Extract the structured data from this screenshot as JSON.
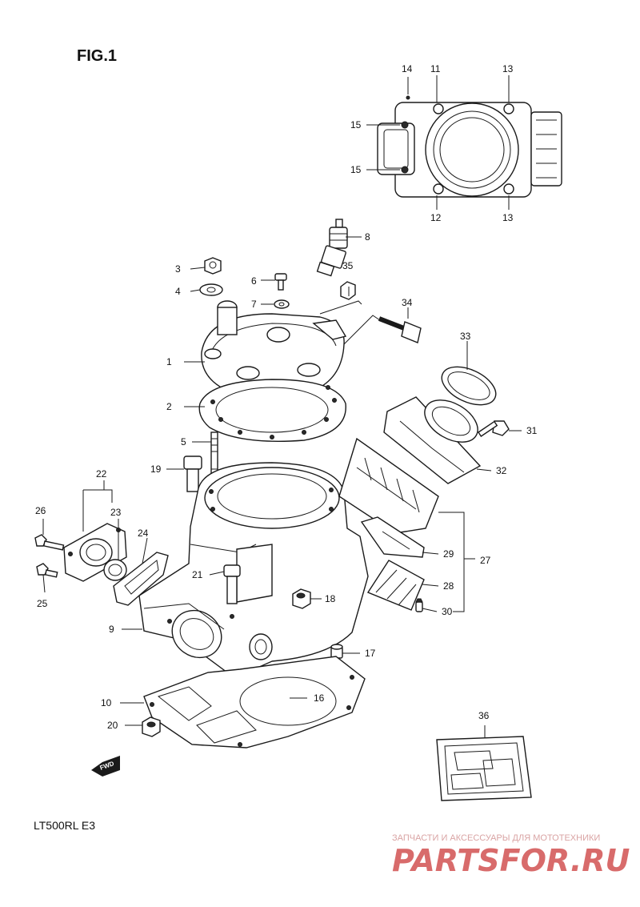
{
  "figure": {
    "title": "FIG.1",
    "model_code": "LT500RL  E3",
    "direction_arrow": "FWD"
  },
  "callouts": {
    "c1": "1",
    "c2": "2",
    "c3": "3",
    "c4": "4",
    "c5": "5",
    "c6": "6",
    "c7": "7",
    "c8": "8",
    "c9": "9",
    "c10": "10",
    "c11": "11",
    "c12": "12",
    "c13a": "13",
    "c13b": "13",
    "c14": "14",
    "c15a": "15",
    "c15b": "15",
    "c16": "16",
    "c17": "17",
    "c18": "18",
    "c19": "19",
    "c20": "20",
    "c21": "21",
    "c22": "22",
    "c23": "23",
    "c24": "24",
    "c25": "25",
    "c26": "26",
    "c27": "27",
    "c28": "28",
    "c29": "29",
    "c30": "30",
    "c31": "31",
    "c32": "32",
    "c33": "33",
    "c34": "34",
    "c35": "35",
    "c36": "36"
  },
  "watermark": {
    "tagline": "ЗАПЧАСТИ И АКСЕССУАРЫ ДЛЯ МОТОТЕХНИКИ",
    "brand": "PARTSFOR.RU",
    "color": "#d86b6b"
  },
  "icons": {
    "fwd_arrow": "fwd-arrow-icon"
  }
}
